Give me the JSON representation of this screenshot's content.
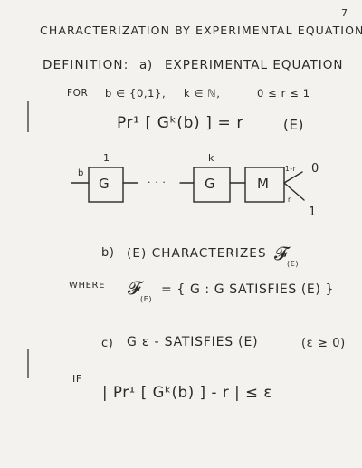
{
  "page_number": "7",
  "title": "CHARACTERIZATION BY EXPERIMENTAL EQUATIONS",
  "definition": {
    "heading": "DEFINITION:",
    "part_a_label": "a)",
    "part_a_text": "EXPERIMENTAL EQUATION",
    "for_label": "FOR",
    "cond_b": "b ∈ {0,1},",
    "cond_k": "k ∈ ℕ,",
    "cond_r": "0 ≤ r ≤ 1",
    "equation": "Pr¹ [ Gᵏ(b) ] = r",
    "equation_tag": "(E)"
  },
  "diagram": {
    "input_label": "b",
    "first_box_index": "1",
    "first_box": "G",
    "dots": "· · ·",
    "last_box_index": "k",
    "last_box": "G",
    "machine_box": "M",
    "out_top_prob": "1-r",
    "out_top_value": "0",
    "out_bottom_prob": "r",
    "out_bottom_value": "1"
  },
  "part_b": {
    "label": "b)",
    "text": "(E) CHARACTERIZES",
    "symbol": "𝓕",
    "symbol_sub": "(E)"
  },
  "where": {
    "label": "WHERE",
    "lhs": "𝓕",
    "lhs_sub": "(E)",
    "rhs": "= { G :  G  SATISFIES (E) }"
  },
  "part_c": {
    "label": "c)",
    "text": "G   ε - SATISFIES (E)",
    "cond": "(ε ≥ 0)"
  },
  "if_block": {
    "label": "IF",
    "expr": "| Pr¹ [ Gᵏ(b) ] - r |  ≤  ε"
  }
}
